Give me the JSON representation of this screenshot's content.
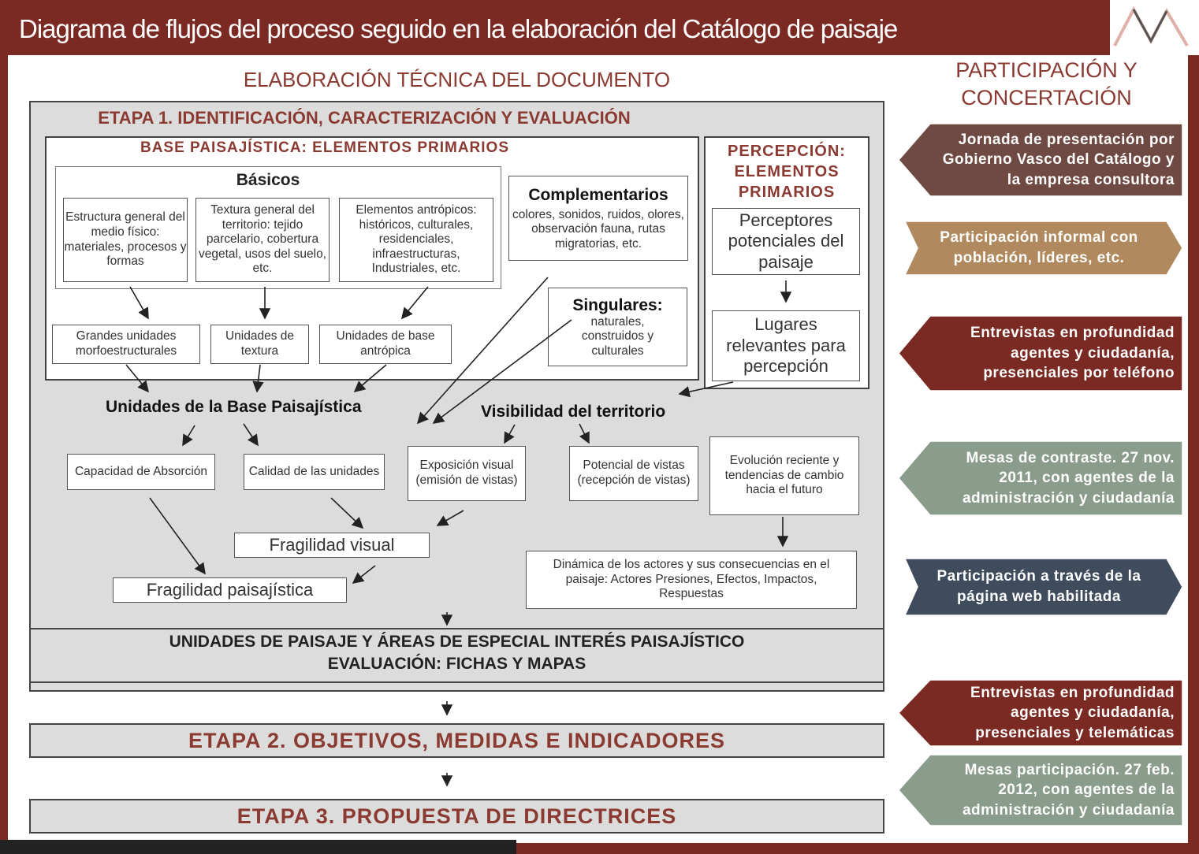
{
  "title": "Diagrama de flujos del proceso seguido en la elaboración del Catálogo de paisaje",
  "left_header": "ELABORACIÓN TÉCNICA DEL DOCUMENTO",
  "right_header": [
    "PARTICIPACIÓN Y",
    "CONCERTACIÓN"
  ],
  "etapa1": {
    "title": "ETAPA 1. IDENTIFICACIÓN, CARACTERIZACIÓN Y EVALUACIÓN",
    "base_title": "BASE PAISAJÍSTICA:  ELEMENTOS PRIMARIOS",
    "basicos_title": "Básicos",
    "basicos_items": [
      "Estructura general del medio físico: materiales, procesos y formas",
      "Textura general del territorio: tejido parcelario, cobertura vegetal, usos del suelo, etc.",
      "Elementos antrópicos: históricos, culturales, residenciales, infraestructuras, Industriales, etc."
    ],
    "complementarios_title": "Complementarios",
    "complementarios_text": "colores, sonidos, ruidos, olores, observación fauna, rutas migratorias, etc.",
    "singulares_title": "Singulares:",
    "singulares_text": "naturales, construidos y culturales",
    "unidades": [
      "Grandes unidades morfoestructurales",
      "Unidades de textura",
      "Unidades de base antrópica"
    ],
    "percepcion_title": [
      "PERCEPCIÓN:",
      "ELEMENTOS",
      "PRIMARIOS"
    ],
    "perceptores": "Perceptores potenciales del paisaje",
    "lugares": "Lugares relevantes para percepción",
    "unidades_base": "Unidades de la Base Paisajística",
    "visibilidad": "Visibilidad  del territorio",
    "capacidad": "Capacidad de Absorción",
    "calidad": "Calidad de las unidades",
    "exposicion": "Exposición visual (emisión de vistas)",
    "potencial": "Potencial de vistas (recepción de vistas)",
    "evolucion": "Evolución reciente y tendencias de cambio hacia el futuro",
    "fragilidad_visual": "Fragilidad visual",
    "fragilidad_paisajistica": "Fragilidad paisajística",
    "dinamica": "Dinámica de los actores y sus consecuencias en el paisaje: Actores Presiones, Efectos, Impactos, Respuestas",
    "resultado": [
      "UNIDADES DE PAISAJE Y ÁREAS DE ESPECIAL INTERÉS PAISAJÍSTICO",
      "EVALUACIÓN: FICHAS Y MAPAS"
    ]
  },
  "etapa2": "ETAPA 2. OBJETIVOS,  MEDIDAS  E INDICADORES",
  "etapa3": "ETAPA 3. PROPUESTA  DE DIRECTRICES",
  "participacion": [
    {
      "text": "Jornada de presentación por Gobierno Vasco del Catálogo y la empresa consultora",
      "color": "#6e4a42"
    },
    {
      "text": "Participación informal con población, líderes, etc.",
      "color": "#b08a5e"
    },
    {
      "text": "Entrevistas en profundidad agentes y ciudadanía, presenciales por teléfono",
      "color": "#7a2a22"
    },
    {
      "text": "Mesas de contraste. 27 nov. 2011, con agentes de la administración y ciudadanía",
      "color": "#8a9c8c"
    },
    {
      "text": "Participación a través de la página web habilitada",
      "color": "#3e4c5e"
    },
    {
      "text": "Entrevistas en profundidad agentes y ciudadanía, presenciales y telemáticas",
      "color": "#7a2a22"
    },
    {
      "text": "Mesas participación. 27 feb. 2012, con agentes de la administración y ciudadanía",
      "color": "#8a9c8c"
    }
  ]
}
